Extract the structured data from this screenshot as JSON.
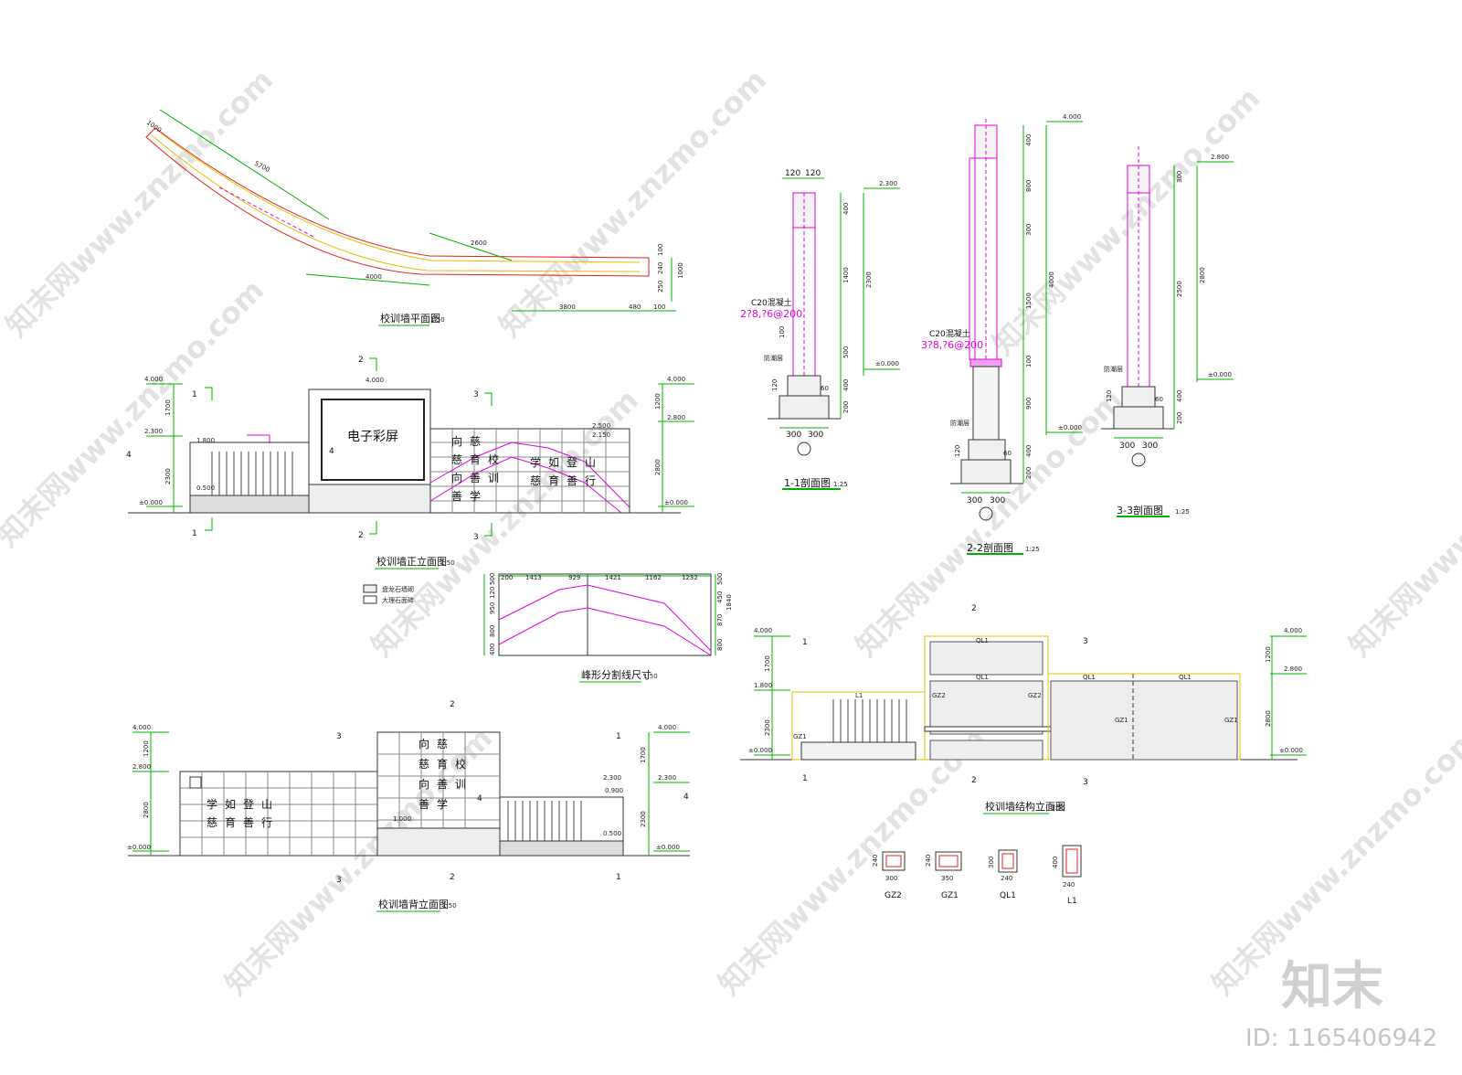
{
  "plan": {
    "title": "校训墙平面图",
    "scale": "1:50",
    "dims": {
      "d1000": "1000",
      "d5700": "5700",
      "d2600": "2600",
      "d4000": "4000",
      "d3800": "3800",
      "d480": "480",
      "d100a": "100",
      "d240": "240",
      "d100b": "100",
      "d1000v": "1000",
      "d250": "250"
    }
  },
  "front": {
    "title": "校训墙正立面图",
    "scale": "1:50",
    "screen": "电子彩屏",
    "lev": {
      "e4000": "4.000",
      "e2300": "2.300",
      "e0": "±0.000",
      "e1800": "1.800",
      "e0500": "0.500",
      "e2500": "2.500",
      "e2150": "2.150",
      "e2800": "2.800"
    },
    "dims": {
      "d1700": "1700",
      "d2300": "2300",
      "d1200": "1200",
      "d2800": "2800"
    },
    "text": {
      "a1": "向慈",
      "a2": "慈育校",
      "a3": "向善训",
      "a4": "善学",
      "b1": "学如登山",
      "b2": "慈育善行"
    },
    "marks": {
      "m1": "1",
      "m2": "2",
      "m3": "3",
      "m4": "4"
    },
    "legend": [
      "盘龙石墙砌",
      "大理石面砖"
    ]
  },
  "peak": {
    "title": "峰形分割线尺寸",
    "scale": "1:50",
    "top": [
      "200",
      "1413",
      "929",
      "1421",
      "1162",
      "1232"
    ],
    "left": [
      "500",
      "120",
      "950",
      "800",
      "400"
    ],
    "right": [
      "500",
      "450",
      "1840",
      "870",
      "800"
    ]
  },
  "back": {
    "title": "校训墙背立面图",
    "scale": "1:50",
    "lev": {
      "e4000": "4.000",
      "e2800": "2.800",
      "e0": "±0.000",
      "e2300": "2.300",
      "e0900": "0.900",
      "e1000": "1.000",
      "e0500": "0.500"
    },
    "dims": {
      "d1200": "1200",
      "d2800": "2800",
      "d1700": "1700",
      "d2300": "2300"
    },
    "text": {
      "a1": "向慈",
      "a2": "慈育校",
      "a3": "向善训",
      "a4": "善学",
      "b1": "学如登山",
      "b2": "慈育善行"
    }
  },
  "s11": {
    "title": "1-1剖面图",
    "scale": "1:25",
    "top1": "120",
    "top2": "120",
    "concrete": "C20混凝土",
    "rebar": "2?8,?6@200",
    "lev": {
      "top": "2.300",
      "zero": "±0.000"
    },
    "dims": [
      "400",
      "1400",
      "2300",
      "100",
      "500",
      "400",
      "200",
      "120",
      "60",
      "300",
      "300"
    ],
    "damp": "防潮层"
  },
  "s22": {
    "title": "2-2剖面图",
    "scale": "1:25",
    "concrete": "C20混凝土",
    "rebar": "3?8,?6@200",
    "lev": {
      "top": "4.000",
      "zero": "±0.000"
    },
    "dims": [
      "400",
      "800",
      "300",
      "1500",
      "4000",
      "100",
      "900",
      "400",
      "200",
      "120",
      "60",
      "300",
      "300"
    ],
    "damp": "防潮层"
  },
  "s33": {
    "title": "3-3剖面图",
    "scale": "1:25",
    "lev": {
      "top": "2.800",
      "zero": "±0.000"
    },
    "dims": [
      "300",
      "2500",
      "2800",
      "400",
      "200",
      "120",
      "60",
      "300",
      "300"
    ],
    "damp": "防潮层"
  },
  "struct": {
    "title": "校训墙结构立面图",
    "scale": "1:50",
    "labels": {
      "ql1": "QL1",
      "l1": "L1",
      "gz1": "GZ1",
      "gz2": "GZ2"
    },
    "lev": {
      "e4000": "4.000",
      "e1800": "1.800",
      "e0": "±0.000",
      "e2800": "2.800"
    },
    "dims": {
      "d1700": "1700",
      "d2300": "2300",
      "d1200": "1200",
      "d2800": "2800"
    }
  },
  "details": [
    {
      "name": "GZ2",
      "w": "300",
      "h": "240"
    },
    {
      "name": "GZ1",
      "w": "350",
      "h": "240"
    },
    {
      "name": "QL1",
      "w": "240",
      "h": "300"
    },
    {
      "name": "L1",
      "w": "240",
      "h": "400"
    }
  ],
  "brand": {
    "logo": "知末",
    "watermark": "知末网www.znzmo.com",
    "id": "ID: 1165406942"
  }
}
